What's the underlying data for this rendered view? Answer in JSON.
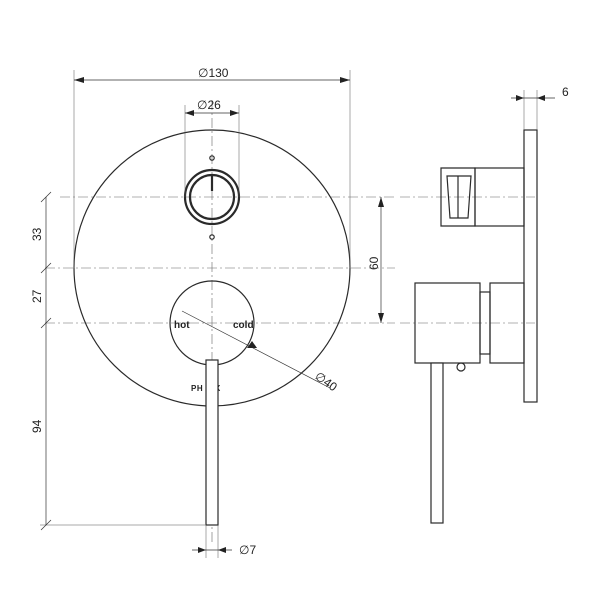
{
  "dimensions": {
    "plate_diameter": "∅130",
    "knob_diameter": "∅26",
    "upper_offset": "33",
    "lower_offset": "27",
    "center_spacing": "60",
    "lever_drop": "94",
    "lever_diameter": "∅7",
    "handle_diameter": "∅40",
    "plate_thickness": "6"
  },
  "labels": {
    "hot": "hot",
    "cold": "cold",
    "brand": "PH  NIX"
  }
}
